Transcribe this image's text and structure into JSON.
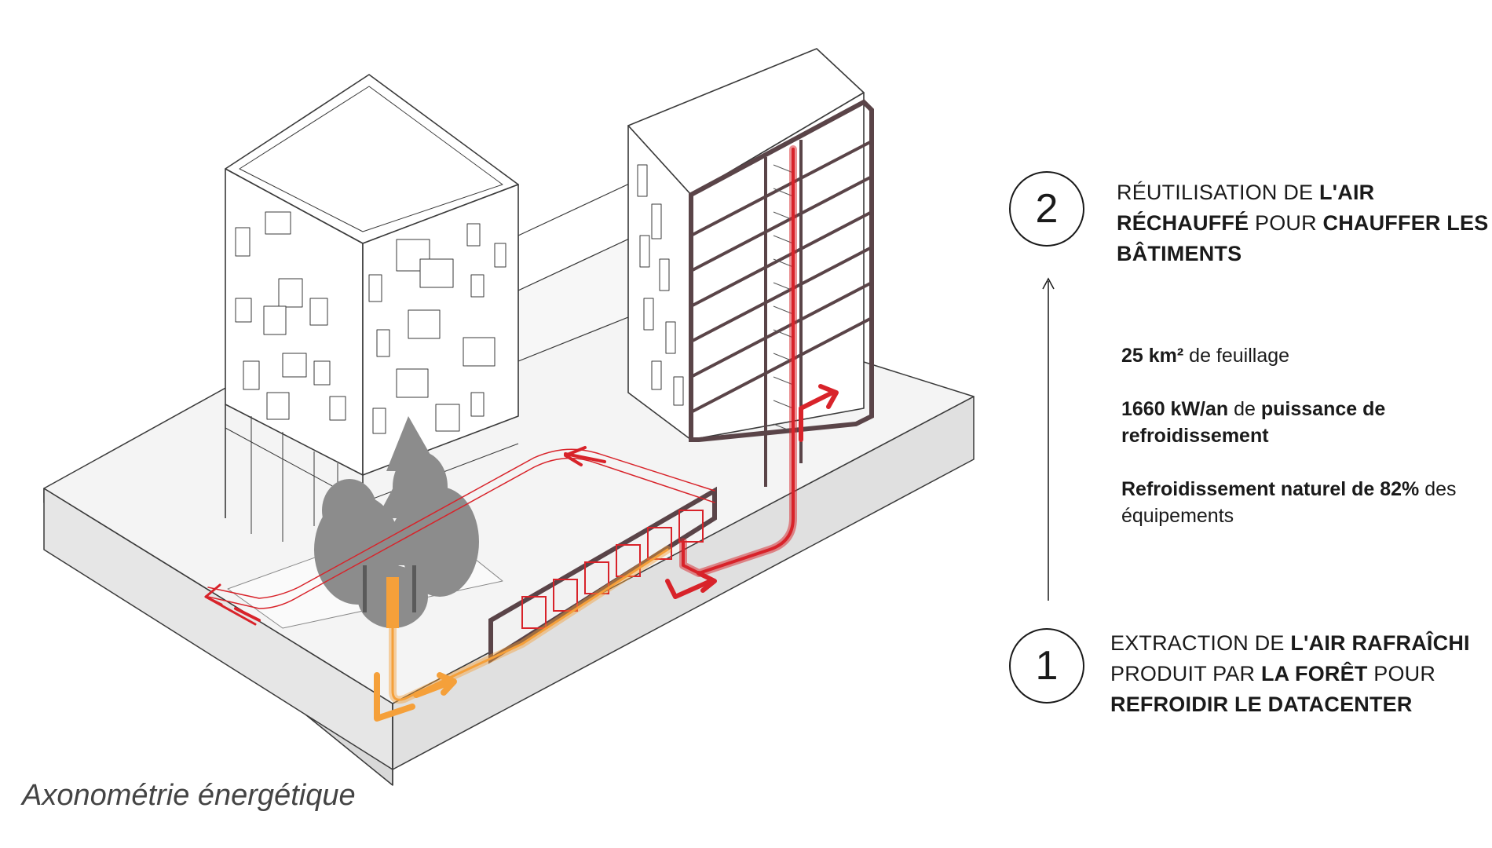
{
  "caption": "Axonométrie énergétique",
  "steps": [
    {
      "number": "2",
      "lines": [
        [
          {
            "t": "RÉUTILISATION DE ",
            "b": false
          },
          {
            "t": "L'AIR",
            "b": true
          }
        ],
        [
          {
            "t": "RÉCHAUFFÉ",
            "b": true
          },
          {
            "t": " POUR ",
            "b": false
          },
          {
            "t": "CHAUFFER LES",
            "b": true
          }
        ],
        [
          {
            "t": "BÂTIMENTS",
            "b": true
          }
        ]
      ]
    },
    {
      "number": "1",
      "lines": [
        [
          {
            "t": "EXTRACTION DE ",
            "b": false
          },
          {
            "t": "L'AIR RAFRAÎCHI",
            "b": true
          }
        ],
        [
          {
            "t": "PRODUIT PAR ",
            "b": false
          },
          {
            "t": "LA FORÊT",
            "b": true
          },
          {
            "t": " POUR",
            "b": false
          }
        ],
        [
          {
            "t": "REFROIDIR LE DATACENTER",
            "b": true
          }
        ]
      ]
    }
  ],
  "stats": [
    [
      [
        {
          "t": "25 km²",
          "b": true
        },
        {
          "t": " de feuillage",
          "b": false
        }
      ]
    ],
    [
      [
        {
          "t": "1660 kW/an",
          "b": true
        },
        {
          "t": " de ",
          "b": false
        },
        {
          "t": "puissance de",
          "b": true
        }
      ],
      [
        {
          "t": "refroidissement",
          "b": true
        }
      ]
    ],
    [
      [
        {
          "t": "Refroidissement naturel de 82%",
          "b": true
        },
        {
          "t": " des",
          "b": false
        }
      ],
      [
        {
          "t": "équipements",
          "b": false
        }
      ]
    ]
  ],
  "colors": {
    "line": "#3a3a3a",
    "ground": "#e8e8e8",
    "ground_dark": "#d6d6d6",
    "tree": "#8c8c8c",
    "warm": "#d8232a",
    "cool": "#f5a03a",
    "section": "#5a4448"
  }
}
